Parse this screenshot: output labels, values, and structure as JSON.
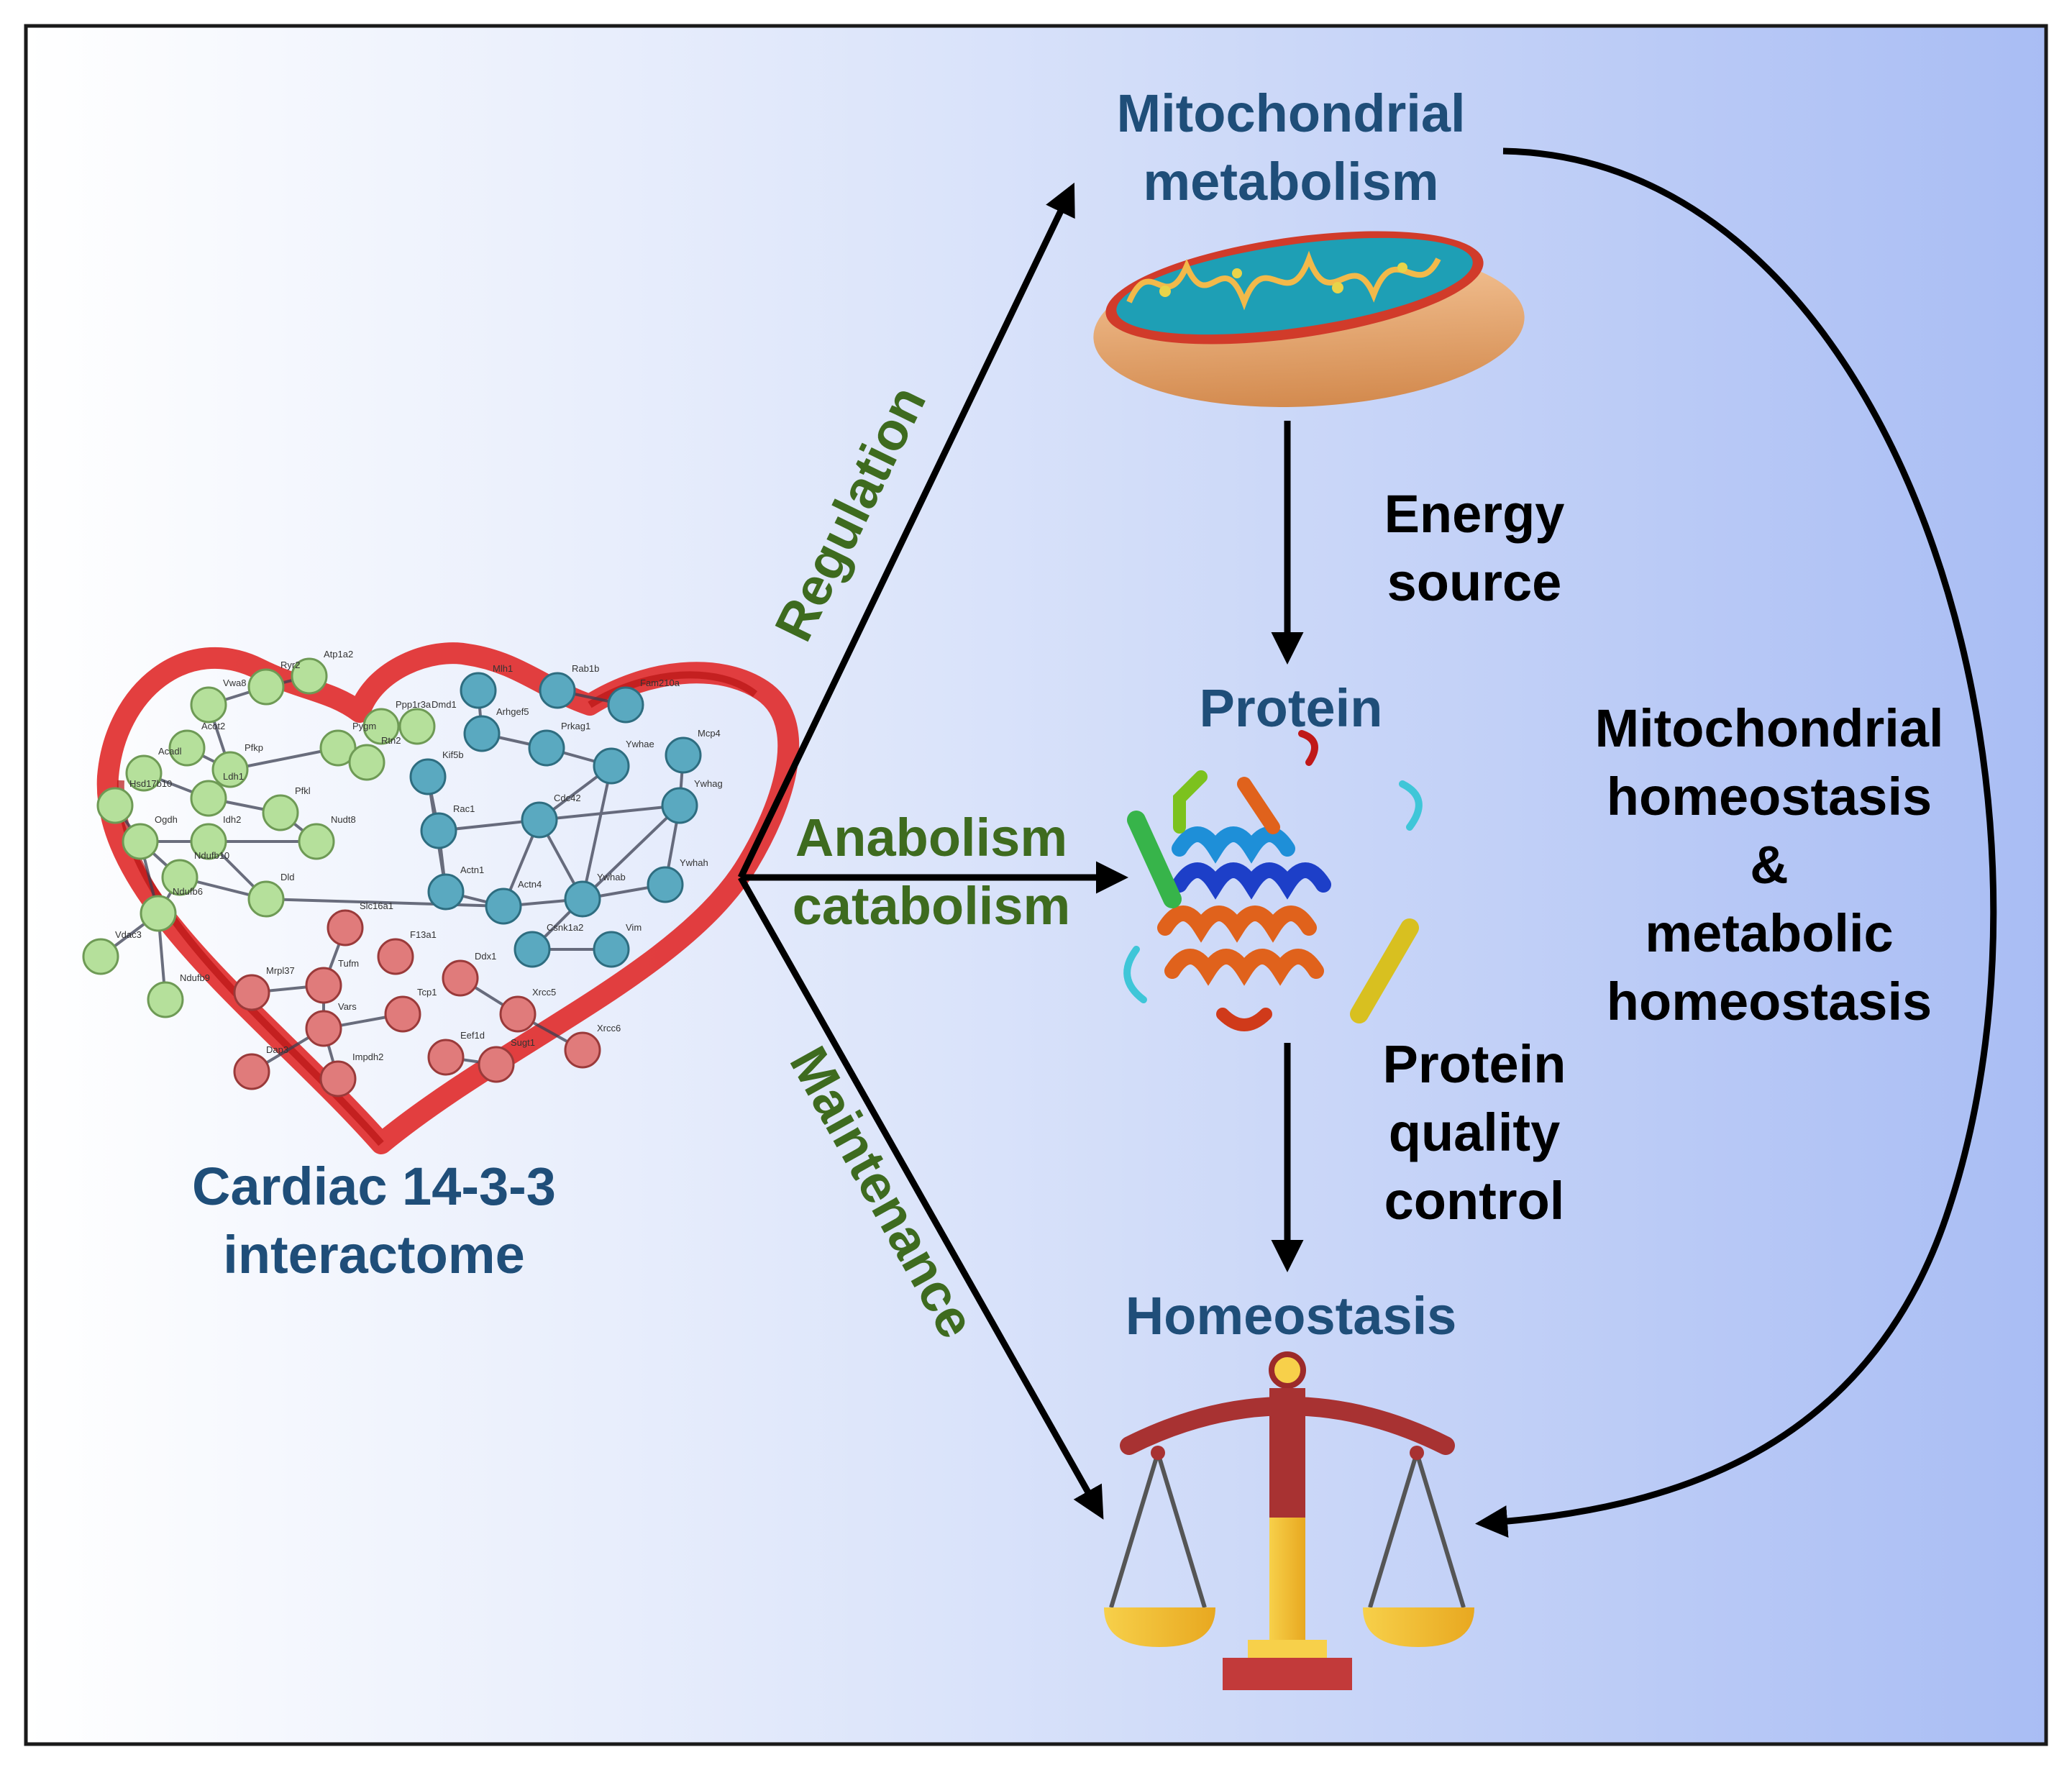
{
  "colors": {
    "title_blue": "#1f4e79",
    "side_green": "#3e6b1f",
    "arrow_black": "#000000",
    "bg_left": "#ffffff",
    "bg_right": "#a9bdf4",
    "node_green": "#b5e09b",
    "node_teal": "#5aa9c0",
    "node_red": "#e07b7b",
    "heart_red": "#e02a2a"
  },
  "labels": {
    "mito_line1": "Mitochondrial",
    "mito_line2": "metabolism",
    "protein": "Protein",
    "homeostasis": "Homeostasis",
    "interactome_line1": "Cardiac 14-3-3",
    "interactome_line2": "interactome",
    "regulation": "Regulation",
    "anabolism_line1": "Anabolism",
    "anabolism_line2": "catabolism",
    "maintenance": "Maintenance",
    "energy_line1": "Energy",
    "energy_line2": "source",
    "pqc_line1": "Protein",
    "pqc_line2": "quality",
    "pqc_line3": "control",
    "mh_line1": "Mitochondrial",
    "mh_line2": "homeostasis",
    "mh_line3": "&",
    "mh_line4": "metabolic",
    "mh_line5": "homeostasis"
  },
  "network": {
    "green_nodes": [
      "Atp1a2",
      "Ryr2",
      "Vwa8",
      "Ppp1r3a",
      "Pfkp",
      "Acot2",
      "Pygm",
      "Dmd1",
      "Rtn2",
      "Acadl",
      "Ldh1",
      "Pfkl",
      "Hsd17b10",
      "Ogdh",
      "Idh2",
      "Nudt8",
      "Ndufb10",
      "Dld",
      "Ndufb6",
      "Vdac3",
      "Ndufb9"
    ],
    "teal_nodes": [
      "Mlh1",
      "Rab1b",
      "Fam210a",
      "Arhgef5",
      "Prkag1",
      "Mcp4",
      "Kif5b",
      "Ywhae",
      "Ywhag",
      "Rac1",
      "Cdc42",
      "Actn1",
      "Actn4",
      "Ywhab",
      "Ywhah",
      "Csnk1a2",
      "Vim"
    ],
    "red_nodes": [
      "Slc16a1",
      "Tufm",
      "F13a1",
      "Ddx1",
      "Mrpl37",
      "Tcp1",
      "Xrcc5",
      "Vars",
      "Dap3",
      "Eef1d",
      "Sugt1",
      "Xrcc6",
      "Impdh2"
    ]
  }
}
